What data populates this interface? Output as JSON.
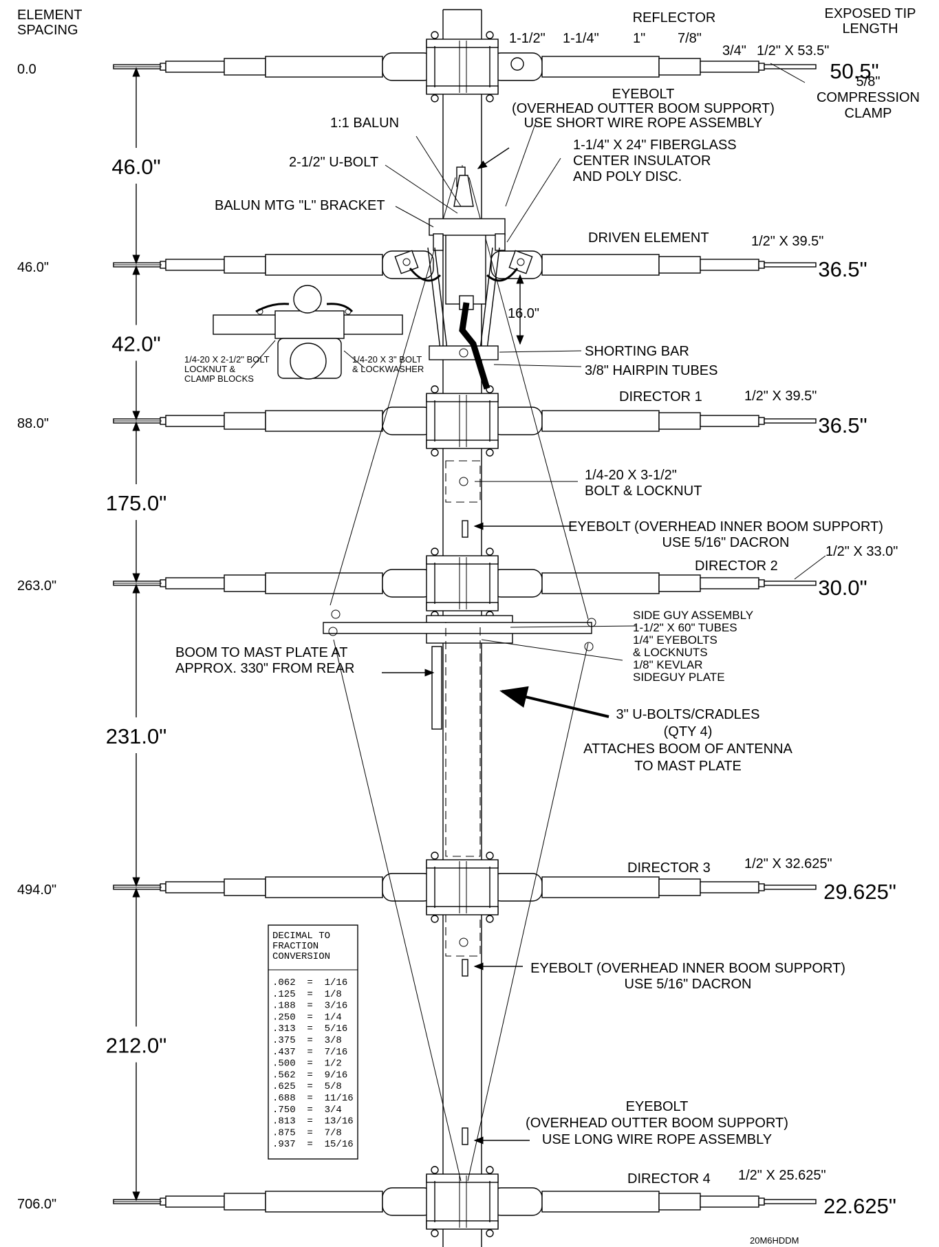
{
  "headers": {
    "element_spacing": [
      "ELEMENT",
      "SPACING"
    ],
    "exposed_tip": [
      "EXPOSED TIP",
      "LENGTH"
    ]
  },
  "elements": [
    {
      "spacing": "0.0",
      "name": "REFLECTOR",
      "tip_spec": "1/2\" X 53.5\"",
      "exposed": "50.5\""
    },
    {
      "spacing": "46.0\"",
      "name": "DRIVEN ELEMENT",
      "tip_spec": "1/2\" X 39.5\"",
      "exposed": "36.5\""
    },
    {
      "spacing": "88.0\"",
      "name": "DIRECTOR 1",
      "tip_spec": "1/2\" X 39.5\"",
      "exposed": "36.5\""
    },
    {
      "spacing": "263.0\"",
      "name": "DIRECTOR 2",
      "tip_spec": "1/2\" X 33.0\"",
      "exposed": "30.0\""
    },
    {
      "spacing": "494.0\"",
      "name": "DIRECTOR 3",
      "tip_spec": "1/2\" X 32.625\"",
      "exposed": "29.625\""
    },
    {
      "spacing": "706.0\"",
      "name": "DIRECTOR 4",
      "tip_spec": "1/2\" X 25.625\"",
      "exposed": "22.625\""
    }
  ],
  "gaps": [
    "46.0\"",
    "42.0\"",
    "175.0\"",
    "231.0\"",
    "212.0\""
  ],
  "reflector_tubes": [
    "1-1/2\"",
    "1-1/4\"",
    "1\"",
    "7/8\"",
    "3/4\""
  ],
  "callouts": {
    "compression_clamp": [
      "5/8\"",
      "COMPRESSION",
      "CLAMP"
    ],
    "eyebolt_top": [
      "EYEBOLT",
      "(OVERHEAD OUTTER BOOM SUPPORT)",
      "USE SHORT WIRE ROPE ASSEMBLY"
    ],
    "balun": "1:1 BALUN",
    "fiberglass": [
      "1-1/4\" X 24\" FIBERGLASS",
      "CENTER INSULATOR",
      "AND POLY DISC."
    ],
    "ubolt": "2-1/2\" U-BOLT",
    "balun_bracket": "BALUN MTG \"L\" BRACKET",
    "hairpin_gap": "16.0\"",
    "shorting_bar": "SHORTING BAR",
    "hairpin_tubes": "3/8\" HAIRPIN TUBES",
    "detail_bolt_left": [
      "1/4-20 X 2-1/2\" BOLT",
      "LOCKNUT &",
      "CLAMP BLOCKS"
    ],
    "detail_bolt_right": [
      "1/4-20 X 3\" BOLT",
      "& LOCKWASHER"
    ],
    "bolt_locknut": [
      "1/4-20 X 3-1/2\"",
      "BOLT & LOCKNUT"
    ],
    "eyebolt_inner_1": [
      "EYEBOLT (OVERHEAD INNER BOOM SUPPORT)",
      "USE 5/16\" DACRON"
    ],
    "side_guy": [
      "SIDE GUY ASSEMBLY",
      "1-1/2\" X 60\" TUBES",
      "1/4\" EYEBOLTS",
      "& LOCKNUTS",
      "1/8\" KEVLAR",
      "SIDEGUY PLATE"
    ],
    "boom_mast": [
      "BOOM TO MAST PLATE AT",
      "APPROX. 330\" FROM REAR"
    ],
    "ubolts_cradles": [
      "3\" U-BOLTS/CRADLES",
      "(QTY 4)",
      "ATTACHES BOOM OF ANTENNA",
      "TO MAST PLATE"
    ],
    "eyebolt_inner_2": [
      "EYEBOLT (OVERHEAD INNER BOOM SUPPORT)",
      "USE 5/16\" DACRON"
    ],
    "eyebolt_outer_2": [
      "EYEBOLT",
      "(OVERHEAD OUTTER BOOM SUPPORT)",
      "USE LONG WIRE ROPE ASSEMBLY"
    ],
    "drawing_id": "20M6HDDM"
  },
  "conversion_table": {
    "title": [
      "DECIMAL TO",
      "FRACTION",
      "CONVERSION"
    ],
    "rows": [
      ".062  =  1/16",
      ".125  =  1/8",
      ".188  =  3/16",
      ".250  =  1/4",
      ".313  =  5/16",
      ".375  =  3/8",
      ".437  =  7/16",
      ".500  =  1/2",
      ".562  =  9/16",
      ".625  =  5/8",
      ".688  =  11/16",
      ".750  =  3/4",
      ".813  =  13/16",
      ".875  =  7/8",
      ".937  =  15/16"
    ]
  }
}
